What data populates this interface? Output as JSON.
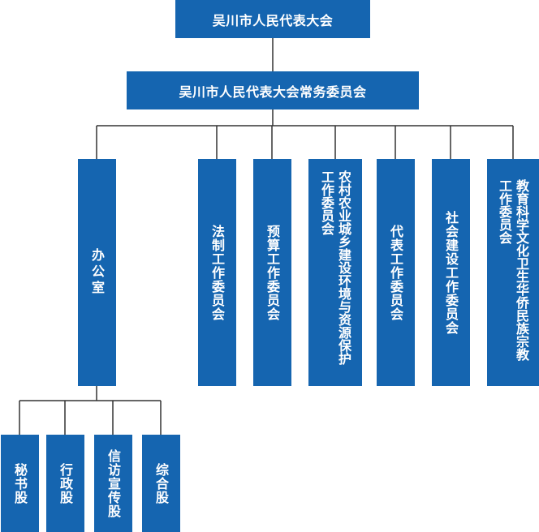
{
  "org_chart": {
    "congress": "吴川市人民代表大会",
    "standing_committee": "吴川市人民代表大会常务委员会",
    "office": "办公室",
    "committees": [
      "法制工作委员会",
      "预算工作委员会",
      "农村农业城乡建设环境与资源保护工作委员会",
      "代表工作委员会",
      "社会建设工作委员会",
      "教育科学文化卫生华侨民族宗教工作委员会"
    ],
    "sections": [
      "秘书股",
      "行政股",
      "信访宣传股",
      "综合股"
    ]
  },
  "colors": {
    "box_fill": "#1565b0",
    "box_text": "#ffffff",
    "connector": "#333333"
  }
}
